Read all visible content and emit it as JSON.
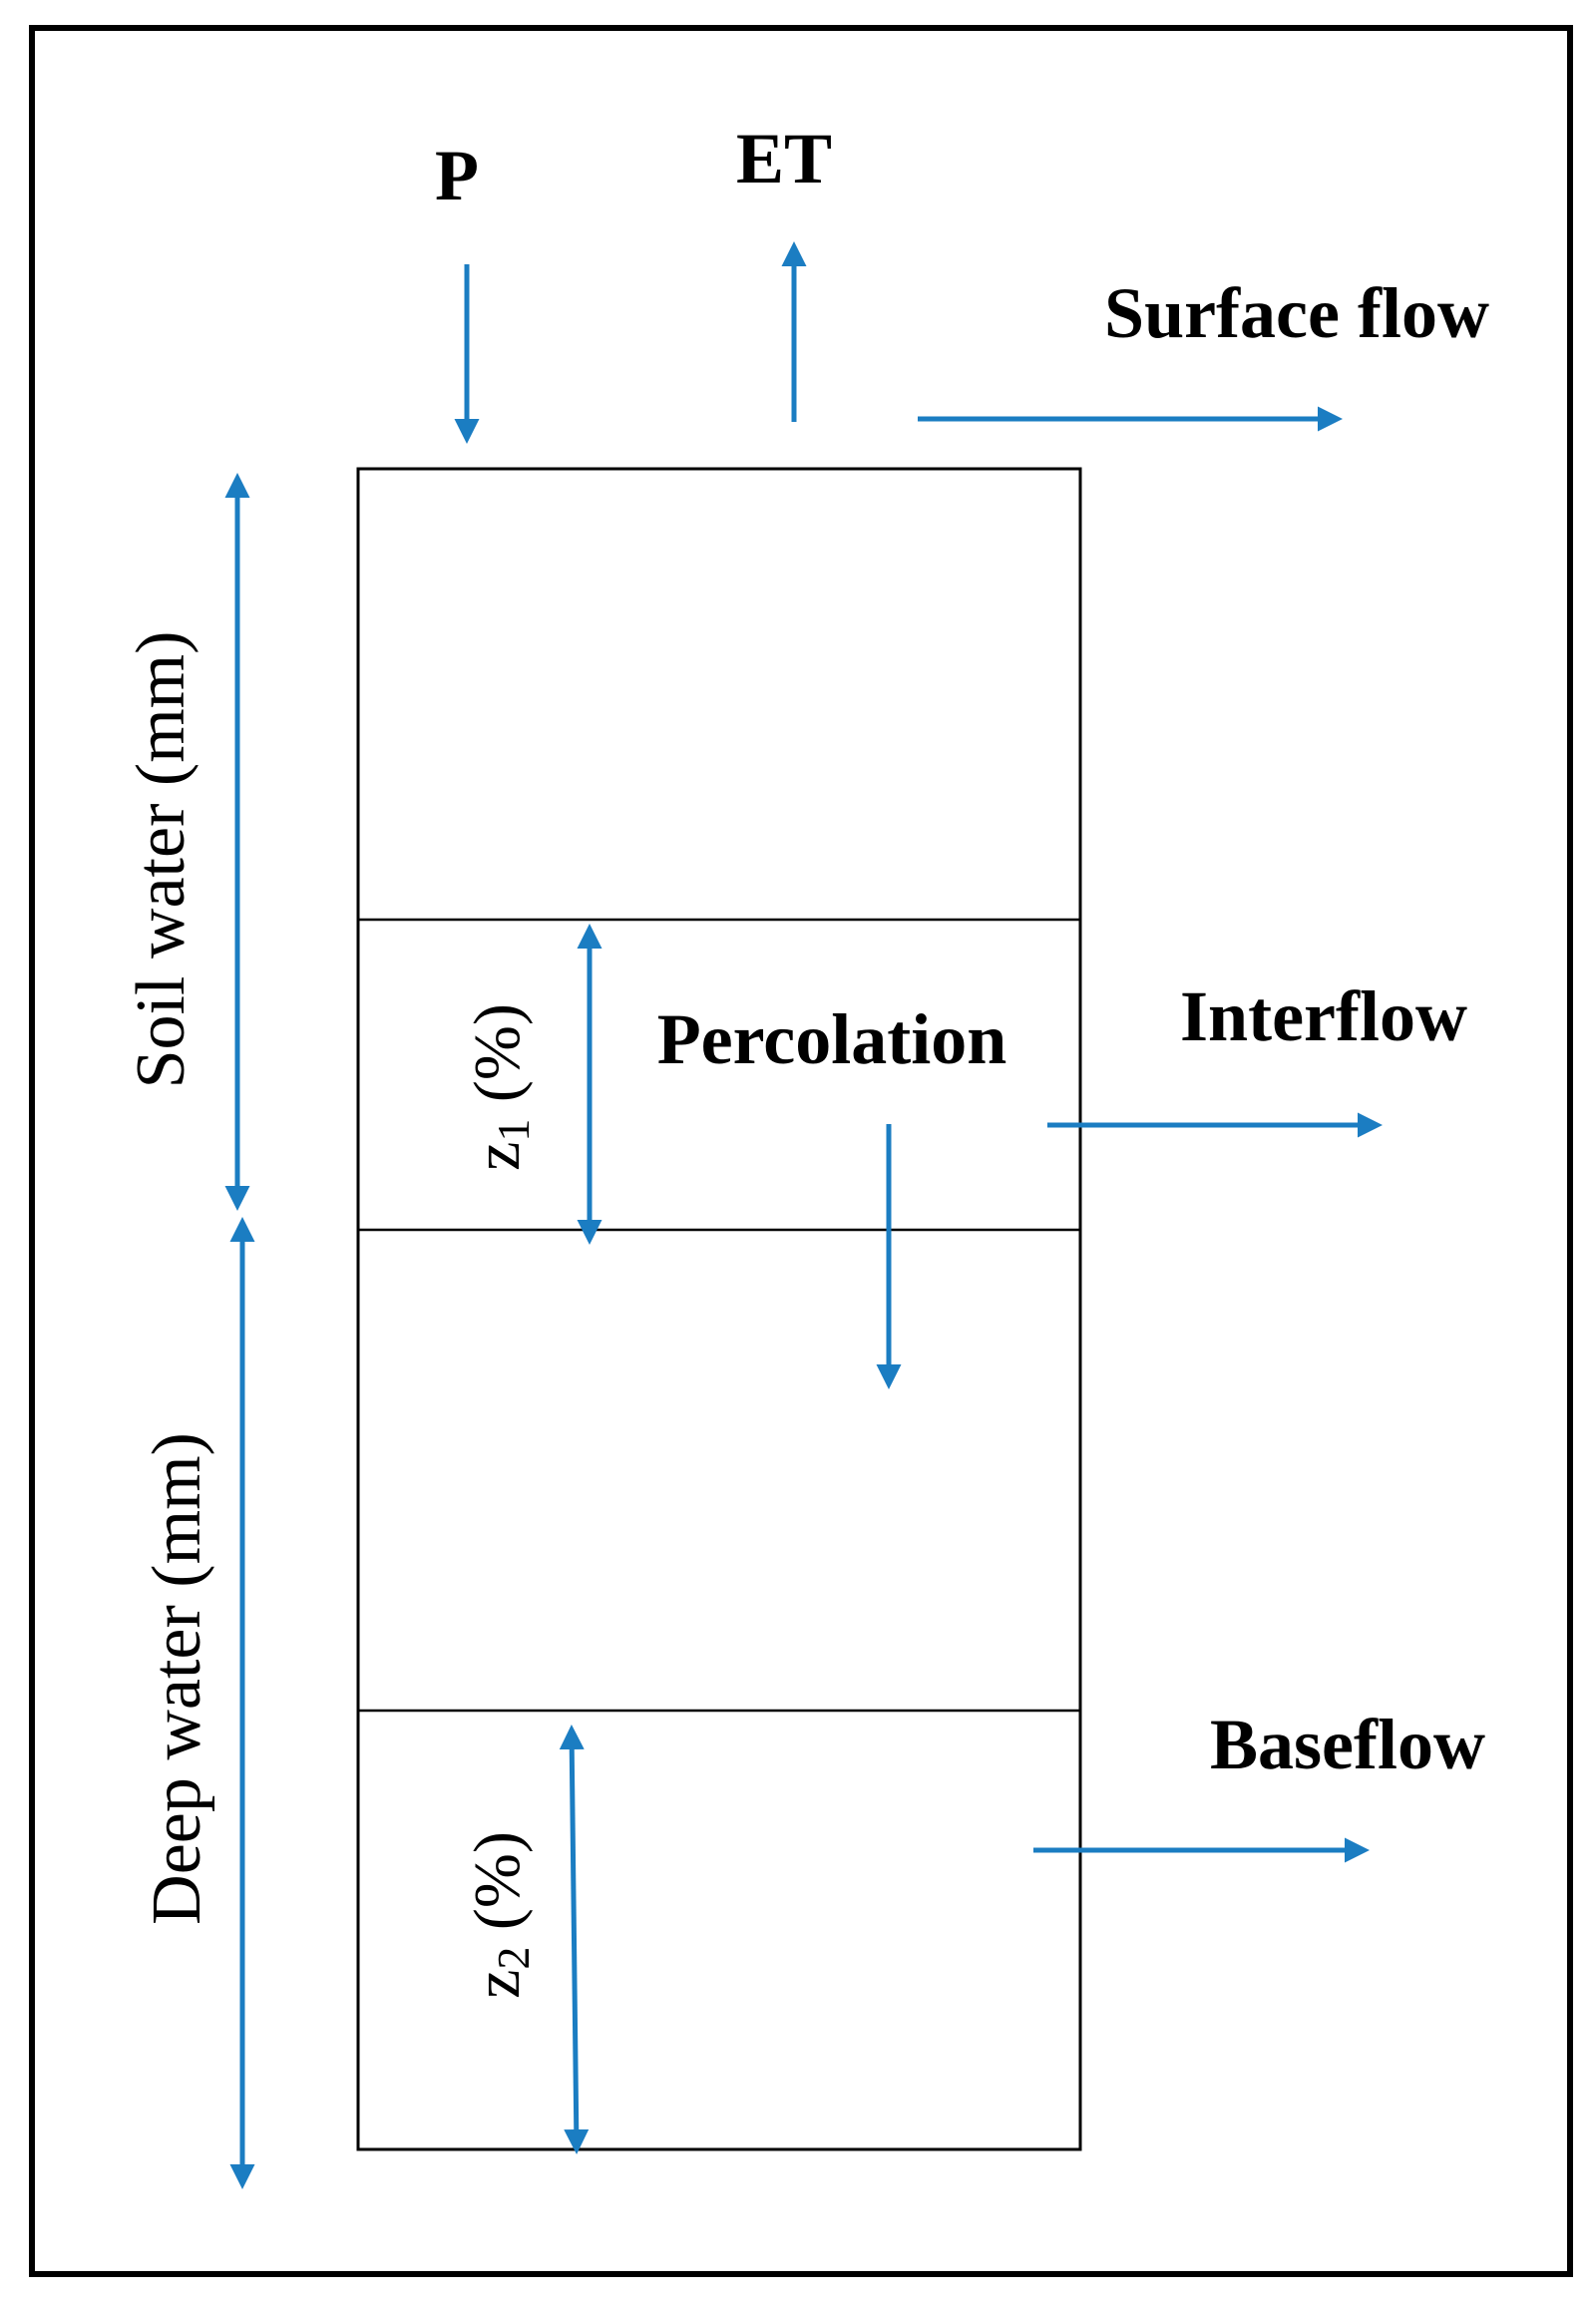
{
  "labels": {
    "precipitation": "P",
    "evapotranspiration": "ET",
    "surface_flow": "Surface flow",
    "interflow": "Interflow",
    "percolation": "Percolation",
    "baseflow": "Baseflow",
    "soil_water": "Soil water (mm)",
    "deep_water": "Deep water (mm)",
    "z1_symbol": "z",
    "z1_subscript": "1",
    "z1_unit": " (%)",
    "z2_symbol": "z",
    "z2_subscript": "2",
    "z2_unit": " (%)"
  },
  "colors": {
    "arrow": "#1b7dc2",
    "line": "#000000"
  }
}
